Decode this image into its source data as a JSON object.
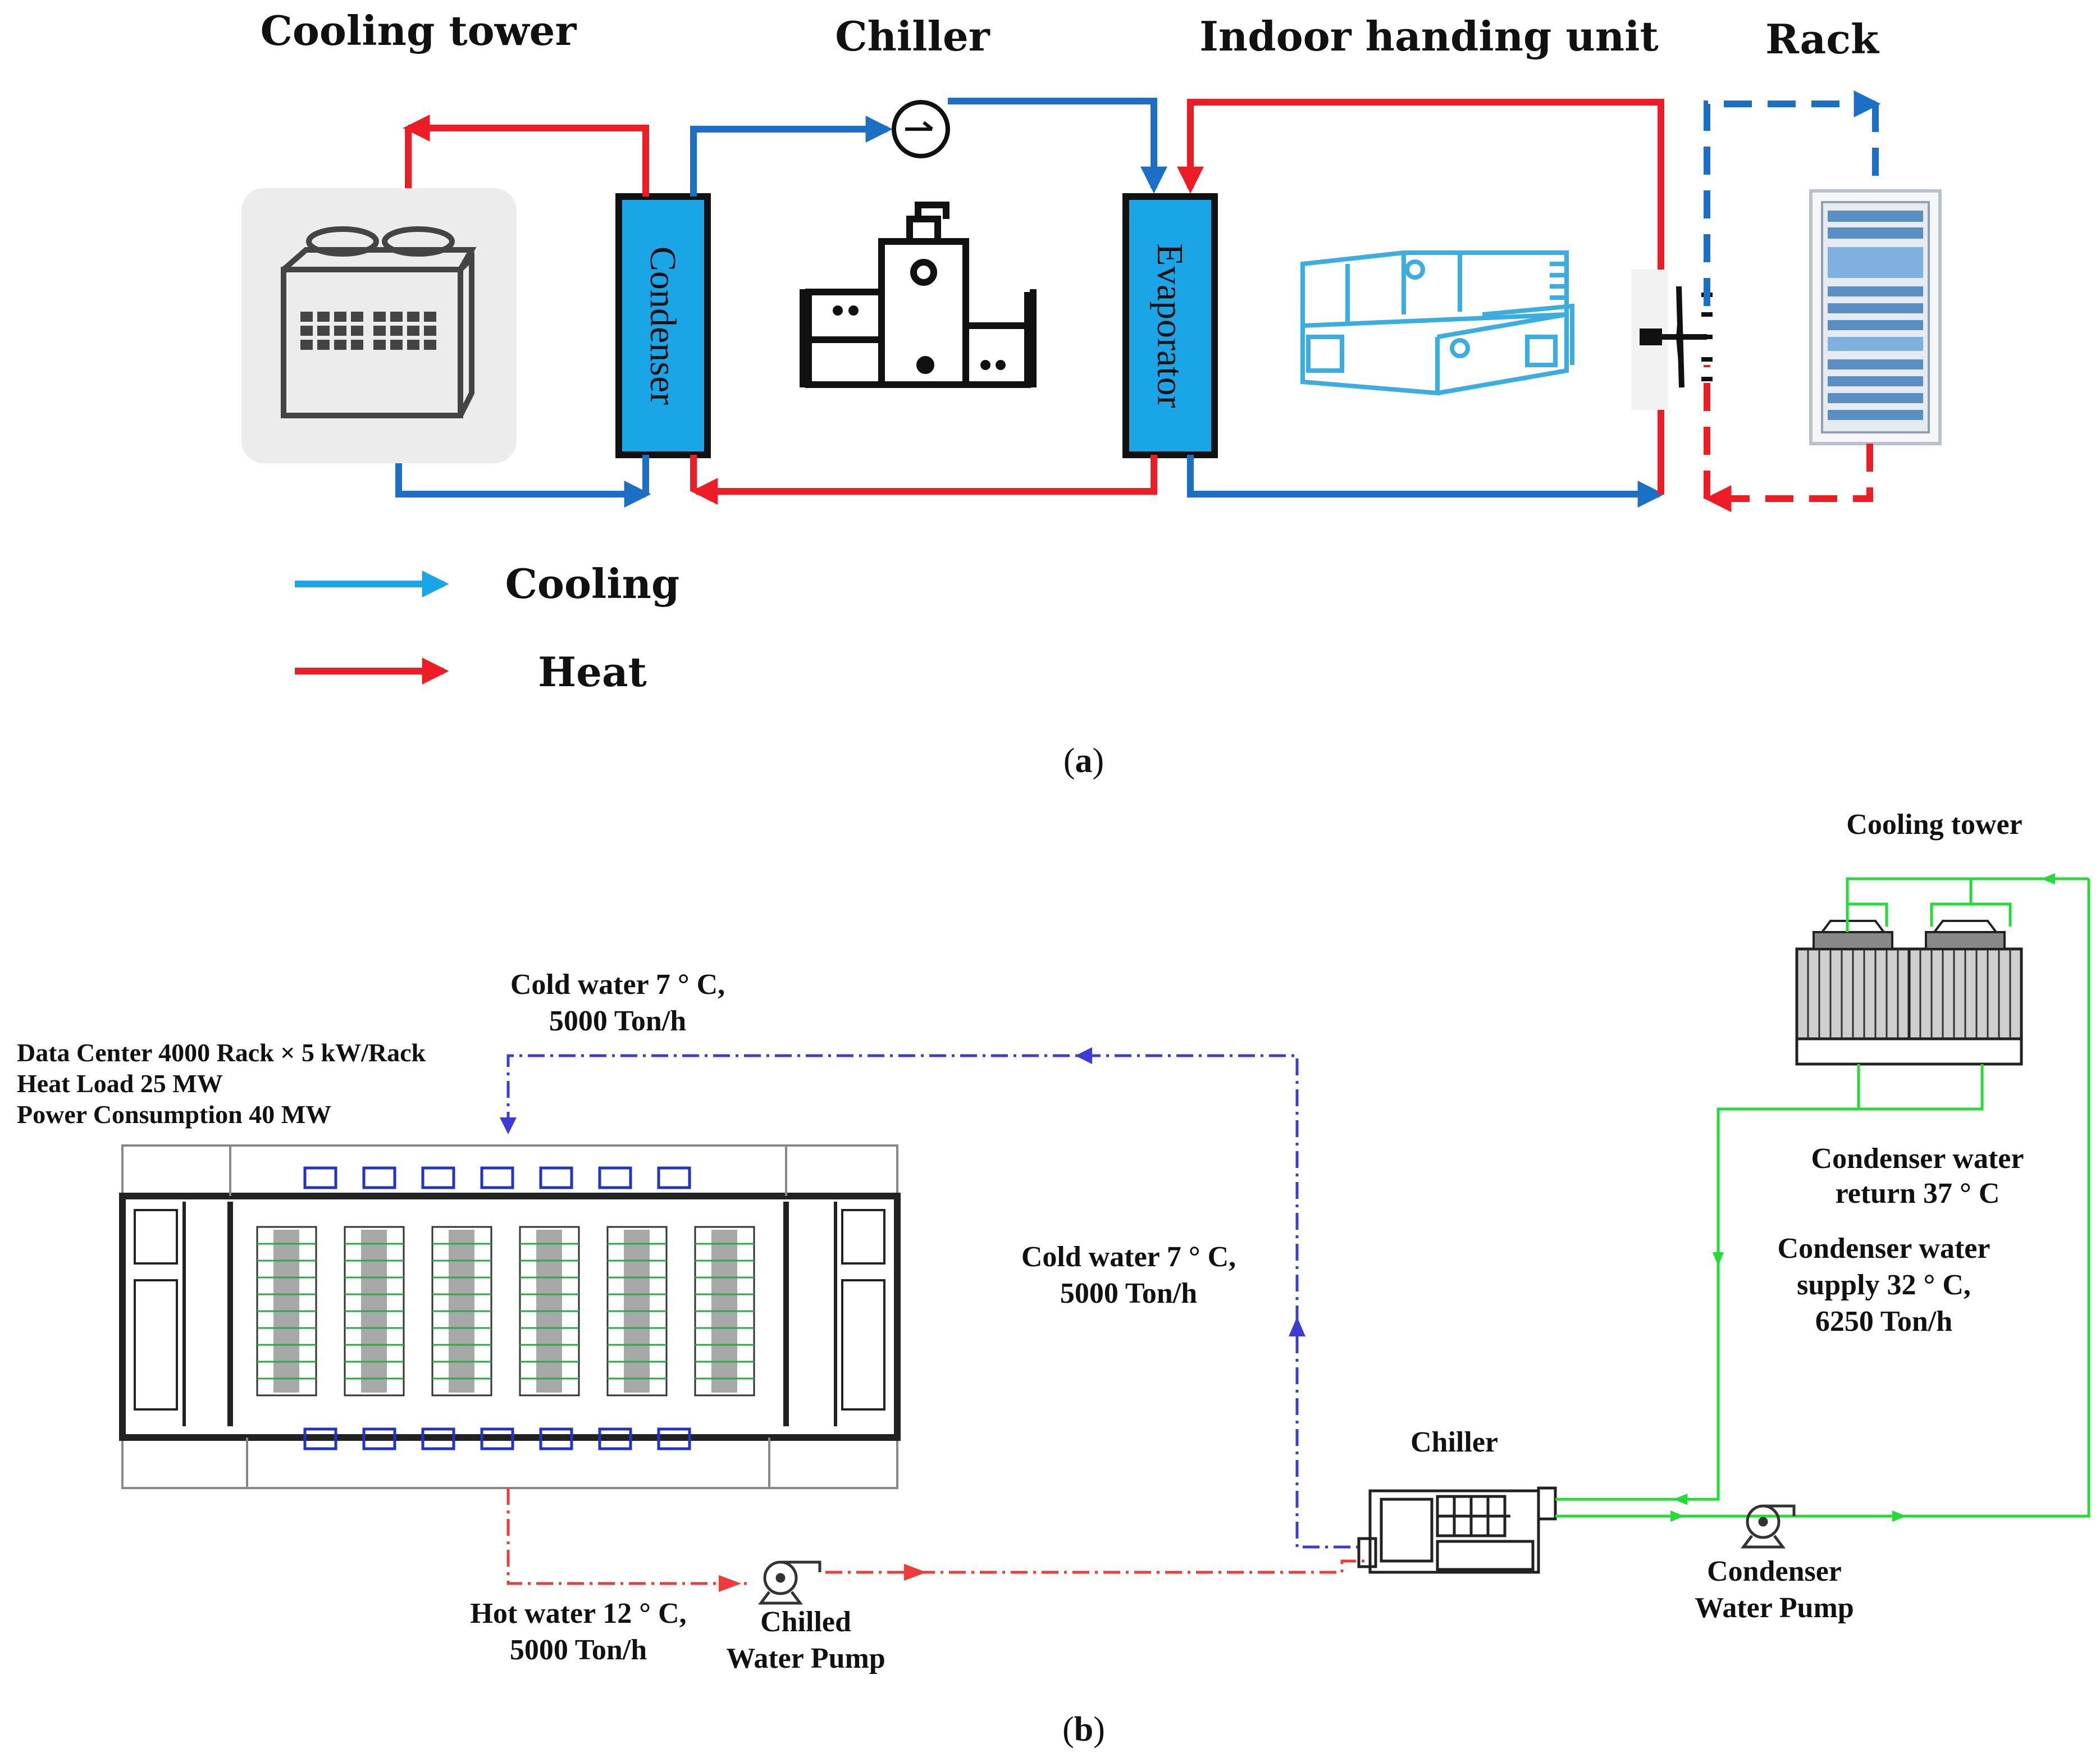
{
  "colors": {
    "cooling": "#1b6fc4",
    "cooling_legend": "#1aa6e6",
    "heat": "#ee1c24",
    "hx_fill": "#1aa6e6",
    "cold_line": "#3b3bd6",
    "hot_line": "#ee3b3b",
    "green_line": "#22dd33",
    "equipment_blue": "#3aaee0"
  },
  "panel_a": {
    "headers": {
      "cooling_tower": "Cooling tower",
      "chiller": "Chiller",
      "indoor_unit": "Indoor handing unit",
      "rack": "Rack"
    },
    "condenser_label": "Condenser",
    "evaporator_label": "Evaporator",
    "legend": {
      "cooling": "Cooling",
      "heat": "Heat"
    },
    "caption_open": "(",
    "caption_letter": "a",
    "caption_close": ")"
  },
  "panel_b": {
    "dc_info": [
      "Data Center 4000 Rack × 5 kW/Rack",
      "Heat Load 25 MW",
      "Power Consumption 40 MW"
    ],
    "cold_water_top": [
      "Cold water 7 ° C,",
      "5000 Ton/h"
    ],
    "cold_water_mid": [
      "Cold water 7 ° C,",
      "5000 Ton/h"
    ],
    "hot_water": [
      "Hot water 12 ° C,",
      "5000 Ton/h"
    ],
    "chilled_pump": [
      "Chilled",
      "Water Pump"
    ],
    "chiller_label": "Chiller",
    "cooling_tower_label": "Cooling tower",
    "cond_return": [
      "Condenser water",
      "return 37 ° C"
    ],
    "cond_supply": [
      "Condenser water",
      "supply 32 ° C,",
      "6250 Ton/h"
    ],
    "cond_pump": [
      "Condenser",
      "Water Pump"
    ],
    "caption_open": "(",
    "caption_letter": "b",
    "caption_close": ")"
  }
}
